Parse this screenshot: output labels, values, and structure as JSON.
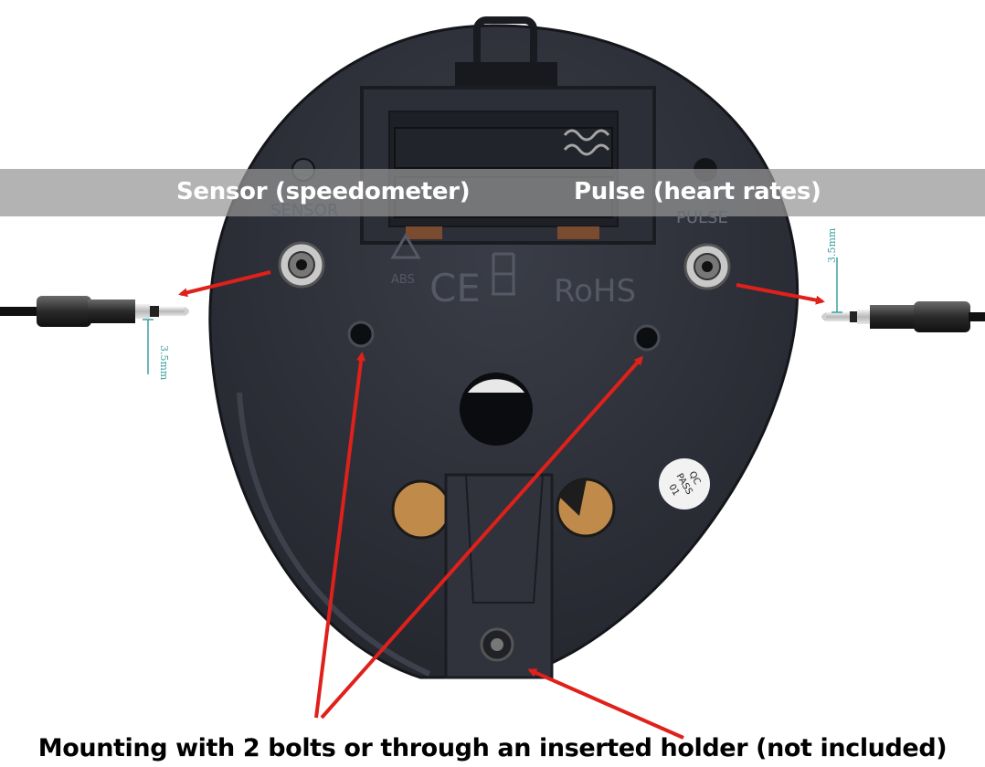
{
  "labels": {
    "sensor": "Sensor (speedometer)",
    "pulse": "Pulse (heart rates)",
    "caption": "Mounting with 2 bolts or through an inserted holder (not included)"
  },
  "device_markings": {
    "sensor_port": "SENSOR",
    "pulse_port": "PULSE",
    "recycle_code": "ABS",
    "ce_mark": "CE",
    "rohs_mark": "RoHS",
    "qc_line1": "QC",
    "qc_line2": "PASS",
    "qc_line3": "01"
  },
  "plug_size_labels": {
    "left": "3.5mm",
    "right": "3.5mm"
  },
  "colors": {
    "housing": "#2b2e37",
    "arrow": "#e0201a",
    "dimension": "#3aa0a0",
    "banner": "#969696"
  }
}
